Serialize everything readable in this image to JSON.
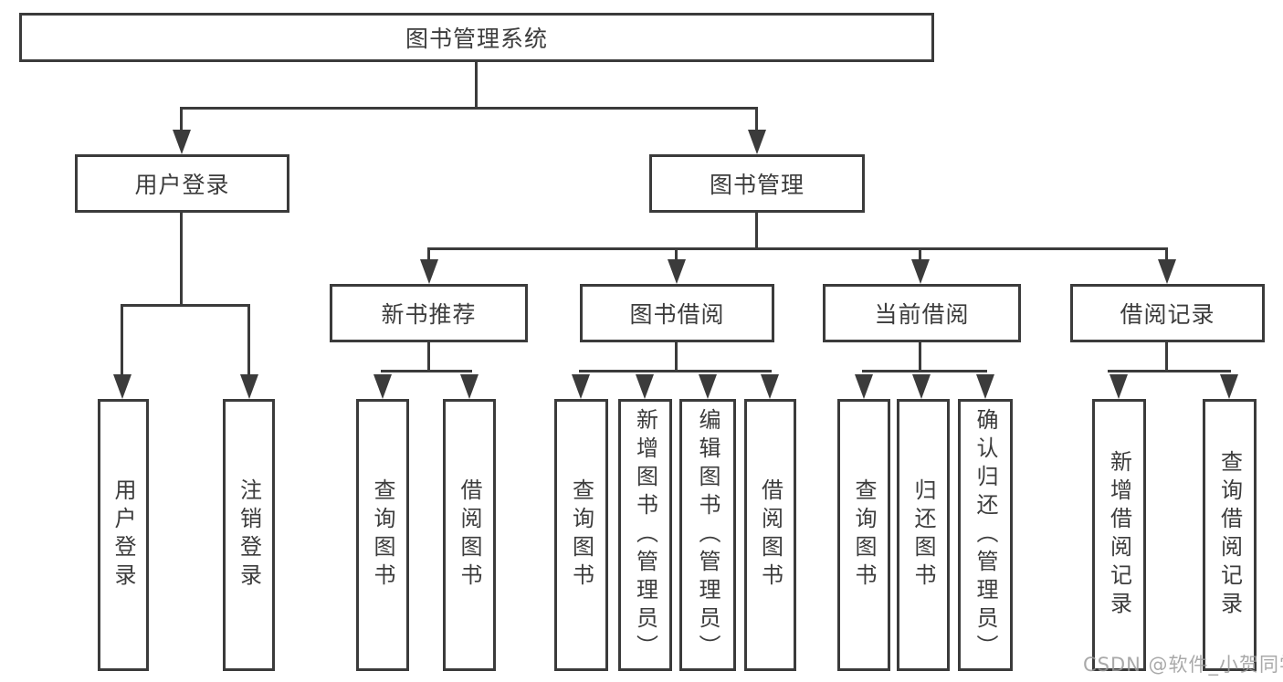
{
  "diagram": {
    "title": "图书管理系统",
    "type": "hierarchy-tree",
    "tree": {
      "label": "图书管理系统",
      "children": [
        {
          "label": "用户登录",
          "children": [
            {
              "label": "用户登录"
            },
            {
              "label": "注销登录"
            }
          ]
        },
        {
          "label": "图书管理",
          "children": [
            {
              "label": "新书推荐",
              "children": [
                {
                  "label": "查询图书"
                },
                {
                  "label": "借阅图书"
                }
              ]
            },
            {
              "label": "图书借阅",
              "children": [
                {
                  "label": "查询图书"
                },
                {
                  "label": "新增图书（管理员）"
                },
                {
                  "label": "编辑图书（管理员）"
                },
                {
                  "label": "借阅图书"
                }
              ]
            },
            {
              "label": "当前借阅",
              "children": [
                {
                  "label": "查询图书"
                },
                {
                  "label": "归还图书"
                },
                {
                  "label": "确认归还（管理员）"
                }
              ]
            },
            {
              "label": "借阅记录",
              "children": [
                {
                  "label": "新增借阅记录"
                },
                {
                  "label": "查询借阅记录"
                }
              ]
            }
          ]
        }
      ]
    },
    "colors": {
      "line": "#3b3b3b",
      "text": "#3c3c3c",
      "box_background": "#ffffff",
      "watermark": "#9b9b9b"
    }
  },
  "watermark": {
    "text": "CSDN @软件_小贺同学"
  }
}
